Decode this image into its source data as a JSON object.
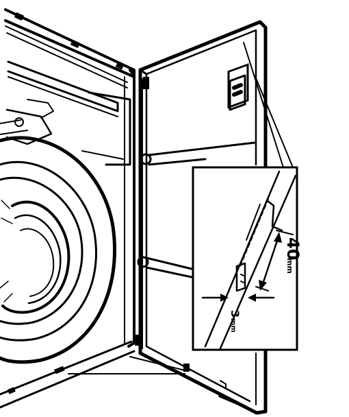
{
  "figure": {
    "ink_color": "#000000",
    "paper_color": "#ffffff"
  },
  "callout": {
    "depth_label": "40",
    "depth_unit": "mm",
    "gap_label": "3",
    "gap_unit": "mm"
  }
}
